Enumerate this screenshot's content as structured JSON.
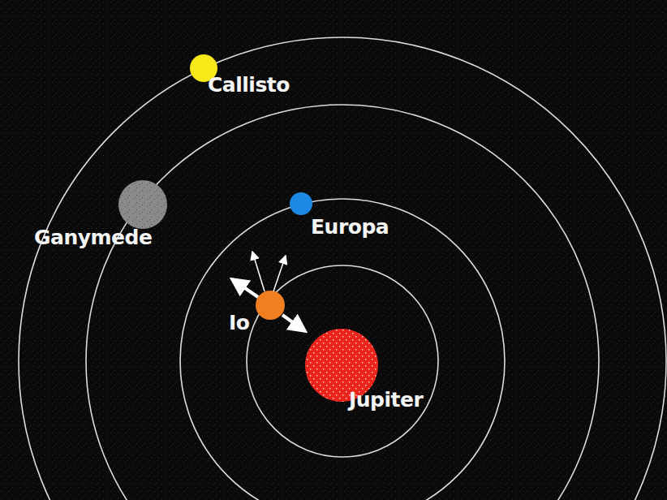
{
  "diagram": {
    "labels": [
      "Callisto",
      "Ganymede",
      "Europa",
      "Io",
      "Jupiter"
    ]
  }
}
